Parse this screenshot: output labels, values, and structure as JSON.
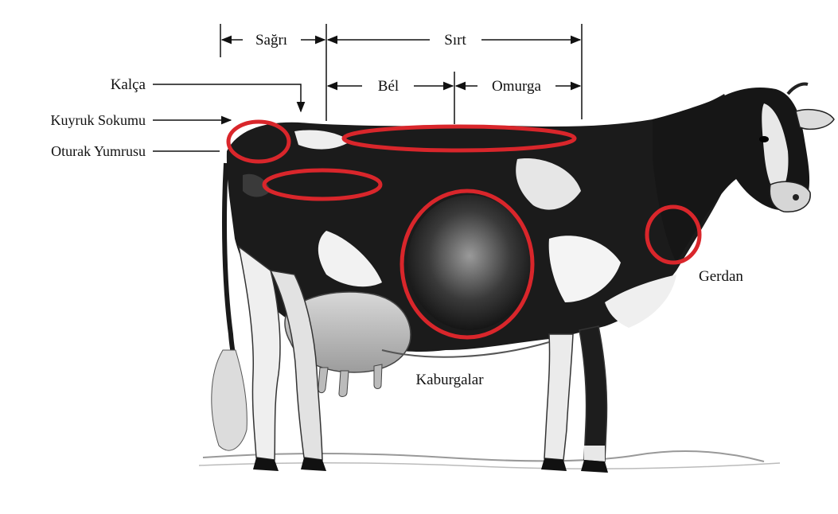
{
  "dimension_labels": {
    "sagri": "Sağrı",
    "sirt": "Sırt",
    "bel": "Bél",
    "omurga": "Omurga"
  },
  "left_labels": {
    "kalca": "Kalça",
    "kuyruk_sokumu": "Kuyruk Sokumu",
    "oturak_yumrusu": "Oturak Yumrusu"
  },
  "region_labels": {
    "gerdan": "Gerdan",
    "kaburgalar": "Kaburgalar"
  },
  "colors": {
    "highlight": "#d9262b",
    "ink": "#111111",
    "background": "#ffffff"
  }
}
